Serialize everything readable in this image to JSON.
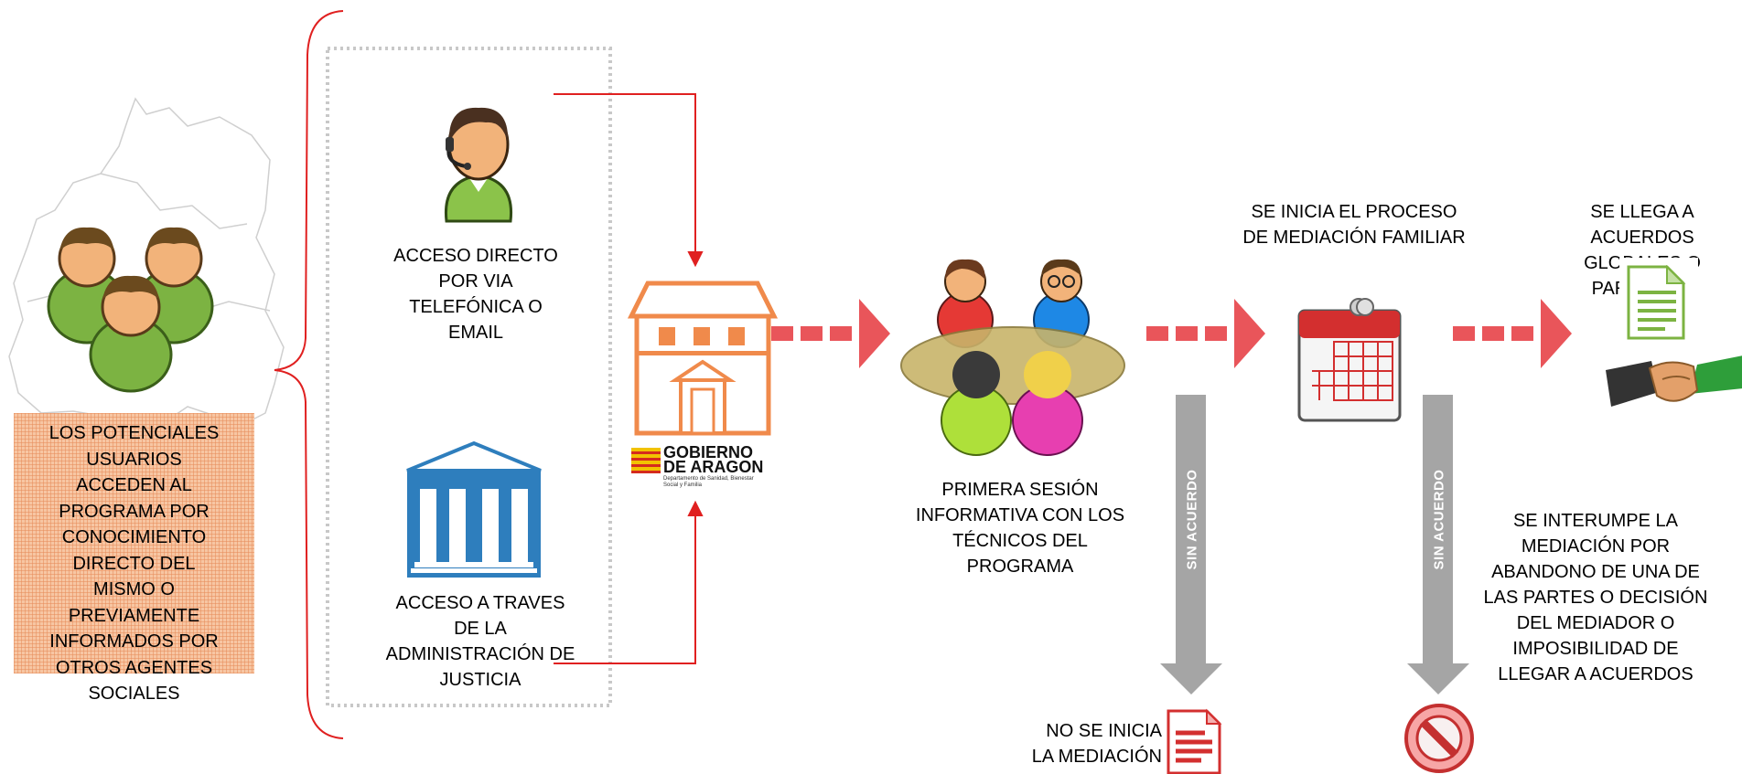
{
  "users": {
    "text": "LOS POTENCIALES USUARIOS ACCEDEN AL PROGRAMA POR CONOCIMIENTO DIRECTO DEL MISMO O PREVIAMENTE INFORMADOS  POR OTROS AGENTES SOCIALES",
    "lines": [
      "LOS POTENCIALES",
      "USUARIOS",
      "ACCEDEN AL",
      "PROGRAMA POR",
      "CONOCIMIENTO",
      "DIRECTO DEL",
      "MISMO O",
      "PREVIAMENTE",
      "INFORMADOS  POR",
      "OTROS AGENTES",
      "SOCIALES"
    ]
  },
  "access": {
    "phone": [
      "ACCESO DIRECTO",
      "POR VIA",
      "TELEFÓNICA O",
      "EMAIL"
    ],
    "justice": [
      "ACCESO A TRAVES",
      "DE LA",
      "ADMINISTRACIÓN DE",
      "JUSTICIA"
    ]
  },
  "government": {
    "title_line1": "GOBIERNO",
    "title_line2": "DE ARAGON",
    "subtitle": "Departamento de Sanidad, Bienestar Social y Familia"
  },
  "steps": {
    "first_session": [
      "PRIMERA SESIÓN",
      "INFORMATIVA CON LOS",
      "TÉCNICOS DEL",
      "PROGRAMA"
    ],
    "process_start": [
      "SE INICIA  EL PROCESO",
      "DE MEDIACIÓN FAMILIAR"
    ],
    "agreements": [
      "SE LLEGA A",
      "ACUERDOS",
      "GLOBALES O",
      "PARCIALES"
    ],
    "no_start": [
      "NO SE INICIA",
      "LA MEDIACIÓN"
    ],
    "interrupt": [
      "SE INTERUMPE LA",
      "MEDIACIÓN POR",
      "ABANDONO DE UNA DE",
      "LAS PARTES O DECISIÓN",
      "DEL MEDIADOR O",
      "IMPOSIBILIDAD DE",
      "LLEGAR A ACUERDOS"
    ]
  },
  "branch_label": "SIN ACUERDO",
  "icons": {
    "users": "user-group-icon",
    "phone_operator": "headset-operator-icon",
    "justice": "courthouse-icon",
    "office": "office-building-icon",
    "meeting": "meeting-table-icon",
    "calendar": "calendar-icon",
    "document": "document-icon",
    "handshake": "handshake-icon",
    "red_document": "red-document-icon",
    "prohibited": "prohibited-icon"
  },
  "colors": {
    "flow_arrow": "#e9555a",
    "branch_arrow": "#a5a5a5",
    "connector": "#e02020",
    "brace": "#e02020",
    "office": "#f08a4b",
    "justice": "#2e7ebd",
    "users_box": "#f7c6a3"
  }
}
